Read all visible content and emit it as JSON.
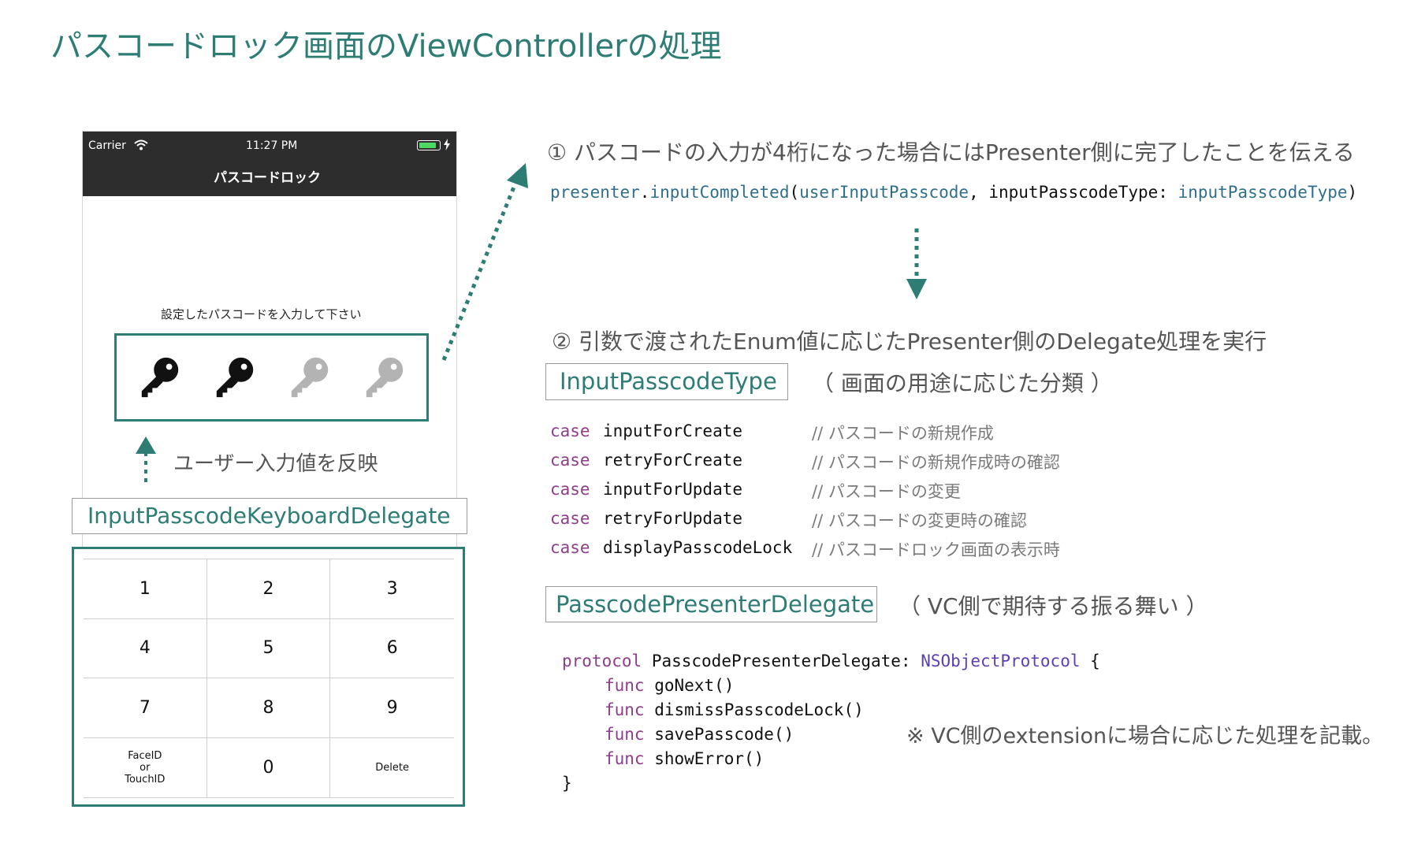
{
  "title": "パスコードロック画面のViewControllerの処理",
  "phone": {
    "carrier": "Carrier",
    "time": "11:27 PM",
    "nav_title": "パスコードロック",
    "prompt": "設定したパスコードを入力して下さい",
    "passcode_keys": [
      {
        "icon": "key-icon",
        "filled": true
      },
      {
        "icon": "key-icon",
        "filled": true
      },
      {
        "icon": "key-icon",
        "filled": false
      },
      {
        "icon": "key-icon",
        "filled": false
      }
    ],
    "keypad": [
      {
        "label": "1"
      },
      {
        "label": "2"
      },
      {
        "label": "3"
      },
      {
        "label": "4"
      },
      {
        "label": "5"
      },
      {
        "label": "6"
      },
      {
        "label": "7"
      },
      {
        "label": "8"
      },
      {
        "label": "9"
      },
      {
        "label": "FaceID\nor\nTouchID"
      },
      {
        "label": "0"
      },
      {
        "label": "Delete"
      }
    ]
  },
  "reflect_label": "ユーザー入力値を反映",
  "keyboard_delegate_label": "InputPasscodeKeyboardDelegate",
  "step1": {
    "text": "① パスコードの入力が4桁になった場合にはPresenter側に完了したことを伝える",
    "code": {
      "presenter": "presenter",
      "dot": ".",
      "method": "inputCompleted",
      "open": "(",
      "arg1": "userInputPasscode",
      "sep": ", ",
      "label2": "inputPasscodeType: ",
      "arg2": "inputPasscodeType",
      "close": ")"
    }
  },
  "step2": {
    "text": "② 引数で渡されたEnum値に応じたPresenter側のDelegate処理を実行"
  },
  "enum_box": {
    "label": "InputPasscodeType",
    "desc": "（ 画面の用途に応じた分類 ）",
    "cases": [
      {
        "kw": "case",
        "name": "inputForCreate",
        "comment": "// パスコードの新規作成"
      },
      {
        "kw": "case",
        "name": "retryForCreate",
        "comment": "// パスコードの新規作成時の確認"
      },
      {
        "kw": "case",
        "name": "inputForUpdate",
        "comment": "// パスコードの変更"
      },
      {
        "kw": "case",
        "name": "retryForUpdate",
        "comment": "// パスコードの変更時の確認"
      },
      {
        "kw": "case",
        "name": "displayPasscodeLock",
        "comment": "// パスコードロック画面の表示時"
      }
    ]
  },
  "delegate_box": {
    "label": "PasscodePresenterDelegate",
    "desc": "（ VC側で期待する振る舞い ）",
    "protocol_kw": "protocol",
    "protocol_name": "PasscodePresenterDelegate: ",
    "protocol_type": "NSObjectProtocol",
    "open_brace": " {",
    "funcs": [
      {
        "kw": "func",
        "name": "goNext()"
      },
      {
        "kw": "func",
        "name": "dismissPasscodeLock()"
      },
      {
        "kw": "func",
        "name": "savePasscode()"
      },
      {
        "kw": "func",
        "name": "showError()"
      }
    ],
    "close_brace": "}"
  },
  "note": "※ VC側のextensionに場合に応じた処理を記載。",
  "colors": {
    "accent": "#2e7d74",
    "nav_bar": "#2d2d2d",
    "keyword": "#8e3d8a",
    "type": "#5b3fb3"
  }
}
